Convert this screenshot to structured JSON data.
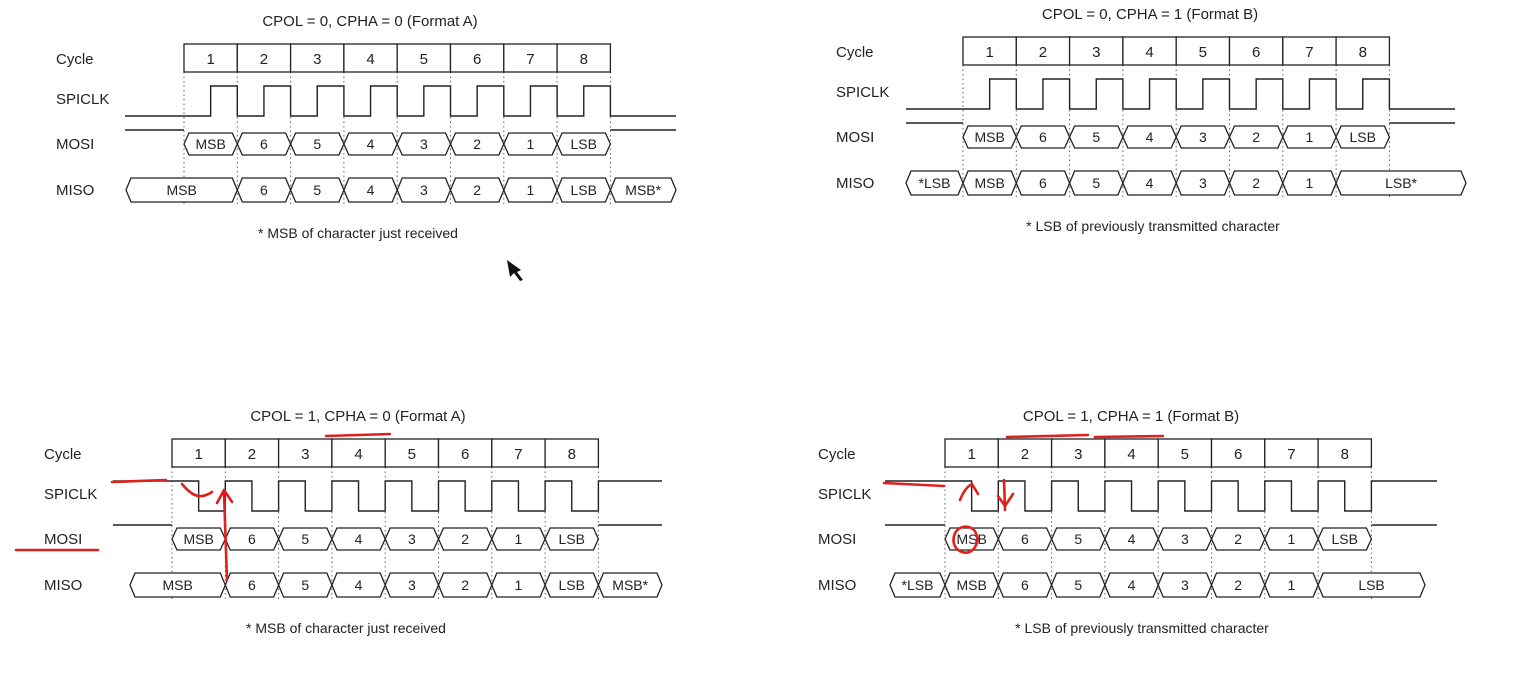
{
  "signals": {
    "cycle": "Cycle",
    "spiclk": "SPICLK",
    "mosi": "MOSI",
    "miso": "MISO"
  },
  "colors": {
    "ink": "#222222",
    "annotation": "#e0201c",
    "background": "#ffffff"
  },
  "diagrams": [
    {
      "id": "a",
      "title": "CPOL = 0, CPHA = 0 (Format A)",
      "cpol": 0,
      "cpha": 0,
      "cycles": [
        "1",
        "2",
        "3",
        "4",
        "5",
        "6",
        "7",
        "8"
      ],
      "mosi": [
        "MSB",
        "6",
        "5",
        "4",
        "3",
        "2",
        "1",
        "LSB"
      ],
      "miso": [
        "MSB",
        "6",
        "5",
        "4",
        "3",
        "2",
        "1",
        "LSB",
        "MSB*"
      ],
      "footnote": "* MSB of character just received"
    },
    {
      "id": "b",
      "title": "CPOL = 0, CPHA = 1 (Format B)",
      "cpol": 0,
      "cpha": 1,
      "cycles": [
        "1",
        "2",
        "3",
        "4",
        "5",
        "6",
        "7",
        "8"
      ],
      "mosi": [
        "MSB",
        "6",
        "5",
        "4",
        "3",
        "2",
        "1",
        "LSB"
      ],
      "miso": [
        "*LSB",
        "MSB",
        "6",
        "5",
        "4",
        "3",
        "2",
        "1",
        "LSB*"
      ],
      "footnote": "* LSB of previously transmitted character"
    },
    {
      "id": "c",
      "title": "CPOL = 1, CPHA = 0 (Format A)",
      "cpol": 1,
      "cpha": 0,
      "cycles": [
        "1",
        "2",
        "3",
        "4",
        "5",
        "6",
        "7",
        "8"
      ],
      "mosi": [
        "MSB",
        "6",
        "5",
        "4",
        "3",
        "2",
        "1",
        "LSB"
      ],
      "miso": [
        "MSB",
        "6",
        "5",
        "4",
        "3",
        "2",
        "1",
        "LSB",
        "MSB*"
      ],
      "footnote": "* MSB of character just received"
    },
    {
      "id": "d",
      "title": "CPOL = 1, CPHA = 1 (Format B)",
      "cpol": 1,
      "cpha": 1,
      "cycles": [
        "1",
        "2",
        "3",
        "4",
        "5",
        "6",
        "7",
        "8"
      ],
      "mosi": [
        "MSB",
        "6",
        "5",
        "4",
        "3",
        "2",
        "1",
        "LSB"
      ],
      "miso": [
        "*LSB",
        "MSB",
        "6",
        "5",
        "4",
        "3",
        "2",
        "1",
        "LSB"
      ],
      "footnote": "* LSB of previously transmitted character"
    }
  ]
}
